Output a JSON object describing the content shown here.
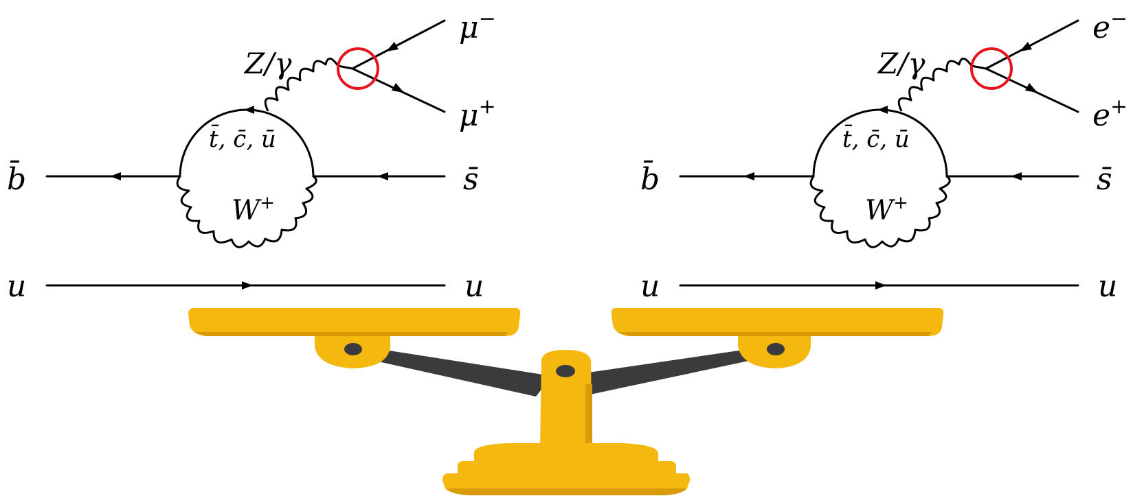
{
  "colors": {
    "ink": "#000000",
    "highlight": "#e8141c",
    "balance_gold": "#f5b80f",
    "balance_gold_shadow": "#d99a0a",
    "balance_beam": "#3b3b3e"
  },
  "diagrams": [
    {
      "id": "muon",
      "incoming_left": "b̄",
      "incoming_right": "s̄",
      "spectator_left": "u",
      "spectator_right": "u",
      "boson": "Z/γ",
      "loop_quarks": "t̄, c̄, ū",
      "loop_boson": "W",
      "loop_boson_sup": "+",
      "lepton_minus": "μ",
      "lepton_minus_sup": "−",
      "lepton_plus": "μ",
      "lepton_plus_sup": "+"
    },
    {
      "id": "electron",
      "incoming_left": "b̄",
      "incoming_right": "s̄",
      "spectator_left": "u",
      "spectator_right": "u",
      "boson": "Z/γ",
      "loop_quarks": "t̄, c̄, ū",
      "loop_boson": "W",
      "loop_boson_sup": "+",
      "lepton_minus": "e",
      "lepton_minus_sup": "−",
      "lepton_plus": "e",
      "lepton_plus_sup": "+"
    }
  ],
  "balance": {
    "icon": "balance-scale-icon"
  }
}
